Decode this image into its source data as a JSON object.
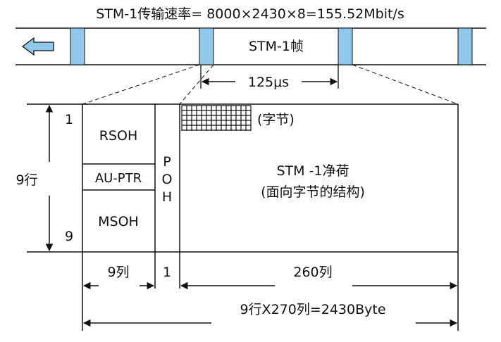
{
  "title": "STM-1传输速率= 8000×2430×8=155.52Mbit/s",
  "frame_label": "STM-1帧",
  "period_label": "125μs",
  "row_first": "1",
  "row_last": "9",
  "rows_label": "9行",
  "block_rsoh": "RSOH",
  "block_auptr": "AU-PTR",
  "block_msoh": "MSOH",
  "poh_letters": [
    "P",
    "O",
    "H"
  ],
  "byte_label": "(字节)",
  "payload_line1": "STM -1净荷",
  "payload_line2": "(面向字节的结构)",
  "cols_soh": "9列",
  "cols_poh": "1",
  "cols_payload": "260列",
  "total_label": "9行X270列=2430Byte",
  "colors": {
    "frame_marker": "#8FC8EA",
    "arrow_fill": "#8FC8EA",
    "line": "#111111"
  }
}
